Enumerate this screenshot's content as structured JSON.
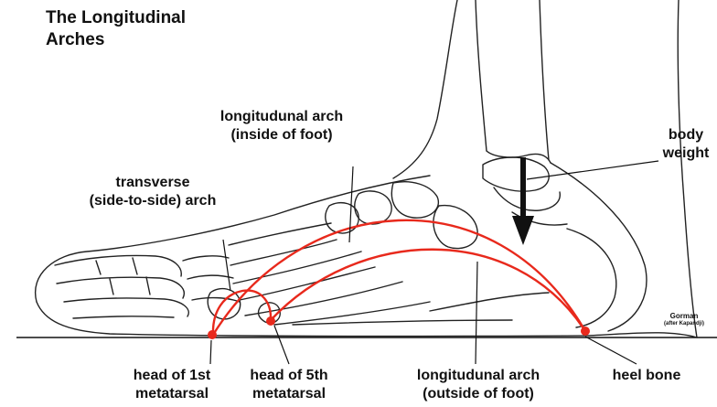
{
  "title": {
    "line1": "The Longitudinal",
    "line2": "Arches"
  },
  "labels": {
    "inner_arch": {
      "line1": "longitudunal arch",
      "line2": "(inside of foot)"
    },
    "body_weight": {
      "line1": "body",
      "line2": "weight"
    },
    "transverse_arch": {
      "line1": "transverse",
      "line2": "(side-to-side) arch"
    },
    "head_1st_metatarsal": {
      "line1": "head of 1st",
      "line2": "metatarsal"
    },
    "head_5th_metatarsal": {
      "line1": "head of 5th",
      "line2": "metatarsal"
    },
    "outer_arch": {
      "line1": "longitudunal arch",
      "line2": "(outside of foot)"
    },
    "heel_bone": {
      "line1": "heel bone"
    }
  },
  "credit": {
    "line1": "Gorman",
    "line2": "(after Kapandji)"
  },
  "colors": {
    "arch": "#e8291c",
    "ink": "#111111",
    "background": "#ffffff"
  }
}
